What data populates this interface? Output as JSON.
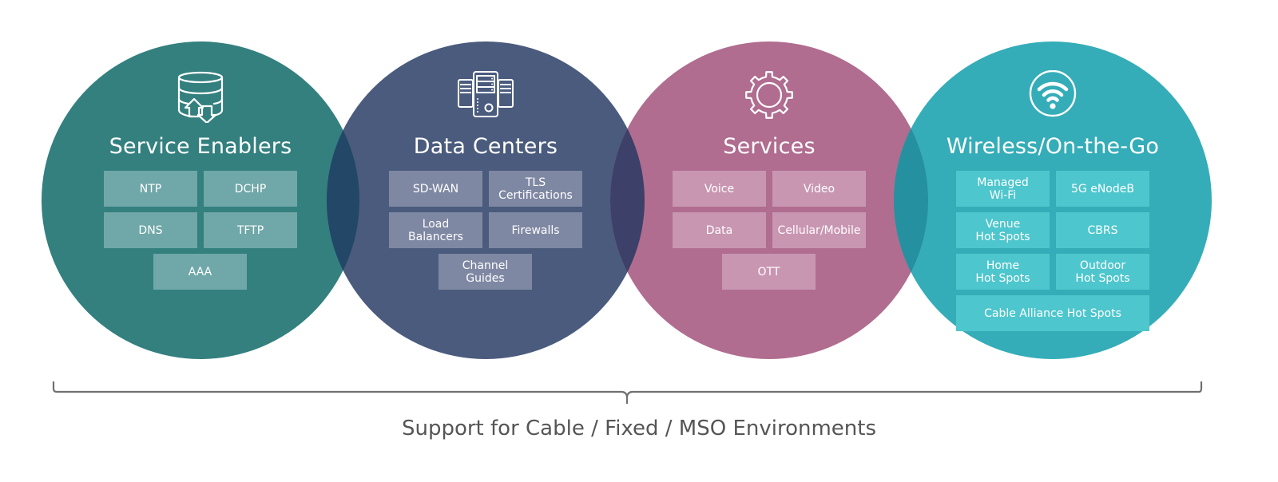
{
  "colors": {
    "service_enablers": "#33807f",
    "data_centers": "#4a5b7d",
    "services": "#b06d90",
    "wireless": "#35adb8",
    "overlap_1_2": "#234766",
    "overlap_2_3": "#3d4068",
    "overlap_3_4": "#2590a0",
    "tile_service_enablers": "#70a7a8",
    "tile_data_centers": "#7f88a3",
    "tile_services": "#c996b2",
    "tile_wireless": "#4ec6cd",
    "bracket": "#707070",
    "footer_text": "#555555"
  },
  "panels": [
    {
      "id": "service-enablers",
      "icon": "database-sync-icon",
      "title": "Service Enablers",
      "tiles": [
        "NTP",
        "DCHP",
        "DNS",
        "TFTP",
        "AAA"
      ]
    },
    {
      "id": "data-centers",
      "icon": "server-rack-icon",
      "title": "Data Centers",
      "tiles": [
        "SD-WAN",
        "TLS\nCertifications",
        "Load\nBalancers",
        "Firewalls",
        "Channel\nGuides"
      ]
    },
    {
      "id": "services",
      "icon": "gear-icon",
      "title": "Services",
      "tiles": [
        "Voice",
        "Video",
        "Data",
        "Cellular/Mobile",
        "OTT"
      ]
    },
    {
      "id": "wireless",
      "icon": "wifi-icon",
      "title": "Wireless/On-the-Go",
      "tiles": [
        "Managed\nWi-Fi",
        "5G eNodeB",
        "Venue\nHot Spots",
        "CBRS",
        "Home\nHot Spots",
        "Outdoor\nHot Spots",
        "Cable Alliance Hot Spots"
      ]
    }
  ],
  "footer": {
    "label": "Support for Cable / Fixed / MSO Environments"
  }
}
